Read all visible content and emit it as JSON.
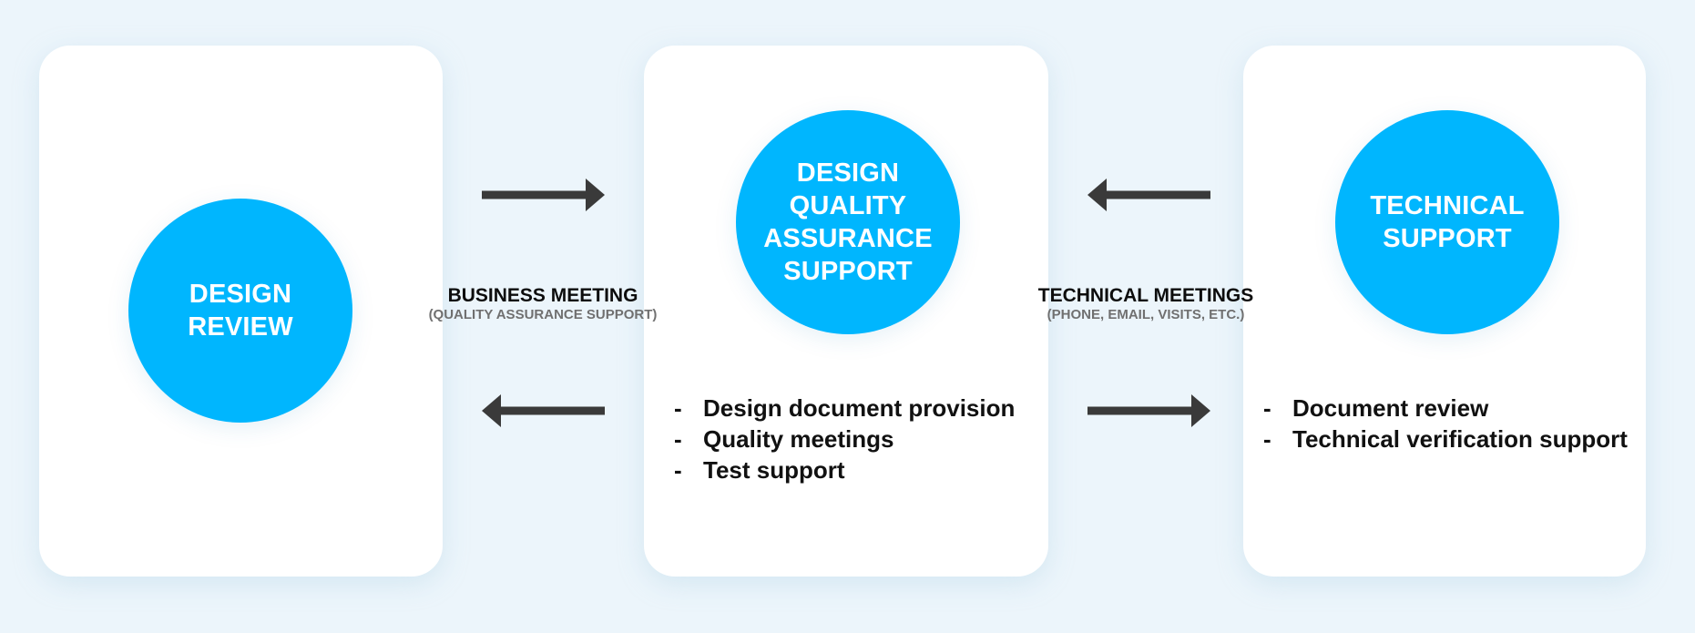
{
  "colors": {
    "background": "#ECF5FB",
    "card": "#FFFFFF",
    "circle": "#00B6FE",
    "circle_text": "#FFFFFF",
    "arrow": "#3A3A3A",
    "text": "#111111",
    "subtext": "#707070"
  },
  "nodes": [
    {
      "id": "design-review",
      "title_lines": [
        "DESIGN",
        "REVIEW"
      ],
      "items": []
    },
    {
      "id": "design-quality-assurance-support",
      "title_lines": [
        "DESIGN",
        "QUALITY",
        "ASSURANCE",
        "SUPPORT"
      ],
      "items": [
        "Design document provision",
        "Quality meetings",
        "Test support"
      ]
    },
    {
      "id": "technical-support",
      "title_lines": [
        "TECHNICAL",
        "SUPPORT"
      ],
      "items": [
        "Document review",
        "Technical verification support"
      ]
    }
  ],
  "bullet": "-",
  "connections": [
    {
      "title": "BUSINESS MEETING",
      "subtitle": "(QUALITY ASSURANCE SUPPORT)",
      "arrows": [
        "right",
        "left"
      ]
    },
    {
      "title": "TECHNICAL MEETINGS",
      "subtitle": "(PHONE, EMAIL, VISITS, ETC.)",
      "arrows": [
        "left",
        "right"
      ]
    }
  ]
}
